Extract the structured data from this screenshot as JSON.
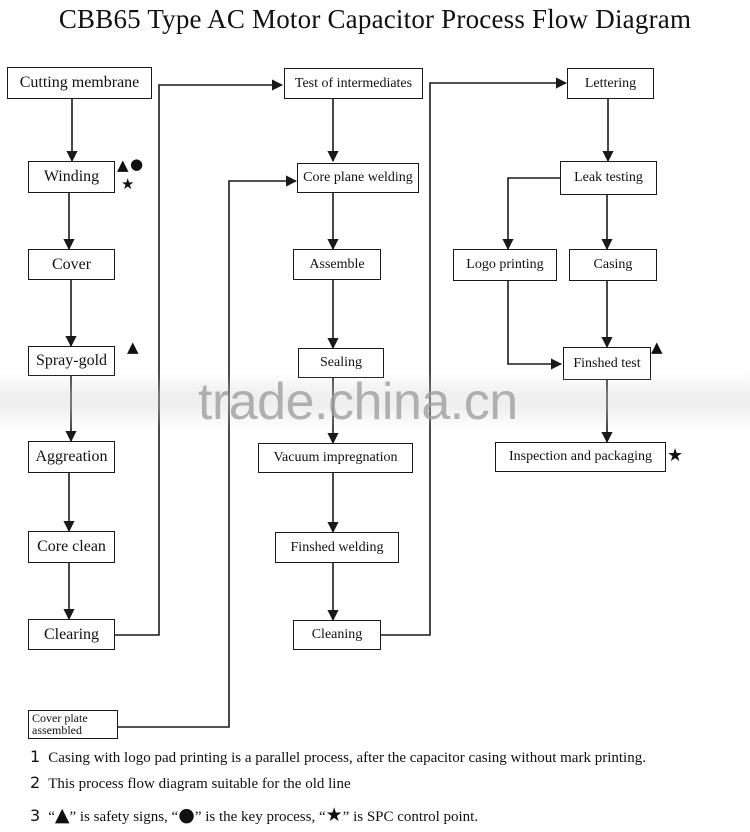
{
  "title": "CBB65 Type AC Motor Capacitor Process Flow Diagram",
  "watermark": "trade.china.cn",
  "nodes": {
    "cutting_membrane": "Cutting membrane",
    "winding": "Winding",
    "cover": "Cover",
    "spray_gold": "Spray-gold",
    "aggreation": "Aggreation",
    "core_clean": "Core clean",
    "clearing": "Clearing",
    "cover_plate_assembled": "Cover plate assembled",
    "test_of_intermediates": "Test of intermediates",
    "core_plane_welding": "Core plane welding",
    "assemble": "Assemble",
    "sealing": "Sealing",
    "vacuum_impregnation": "Vacuum impregnation",
    "finshed_welding": "Finshed welding",
    "cleaning": "Cleaning",
    "lettering": "Lettering",
    "leak_testing": "Leak testing",
    "logo_printing": "Logo printing",
    "casing": "Casing",
    "finshed_test": "Finshed test",
    "inspection_and_packaging": "Inspection and packaging"
  },
  "symbols": {
    "safety": "▲",
    "key_process": "●",
    "spc": "★"
  },
  "notes": [
    {
      "num": "1",
      "text": "Casing with logo pad printing is a parallel process, after the capacitor casing without mark printing."
    },
    {
      "num": "2",
      "text": "This process flow diagram suitable for the old line"
    },
    {
      "num": "3",
      "q1": "“",
      "sym1": "▲",
      "t1": "” is safety signs, “",
      "sym2": "●",
      "t2": "” is the key process, “",
      "sym3": "★",
      "t3": "” is SPC control point."
    }
  ]
}
